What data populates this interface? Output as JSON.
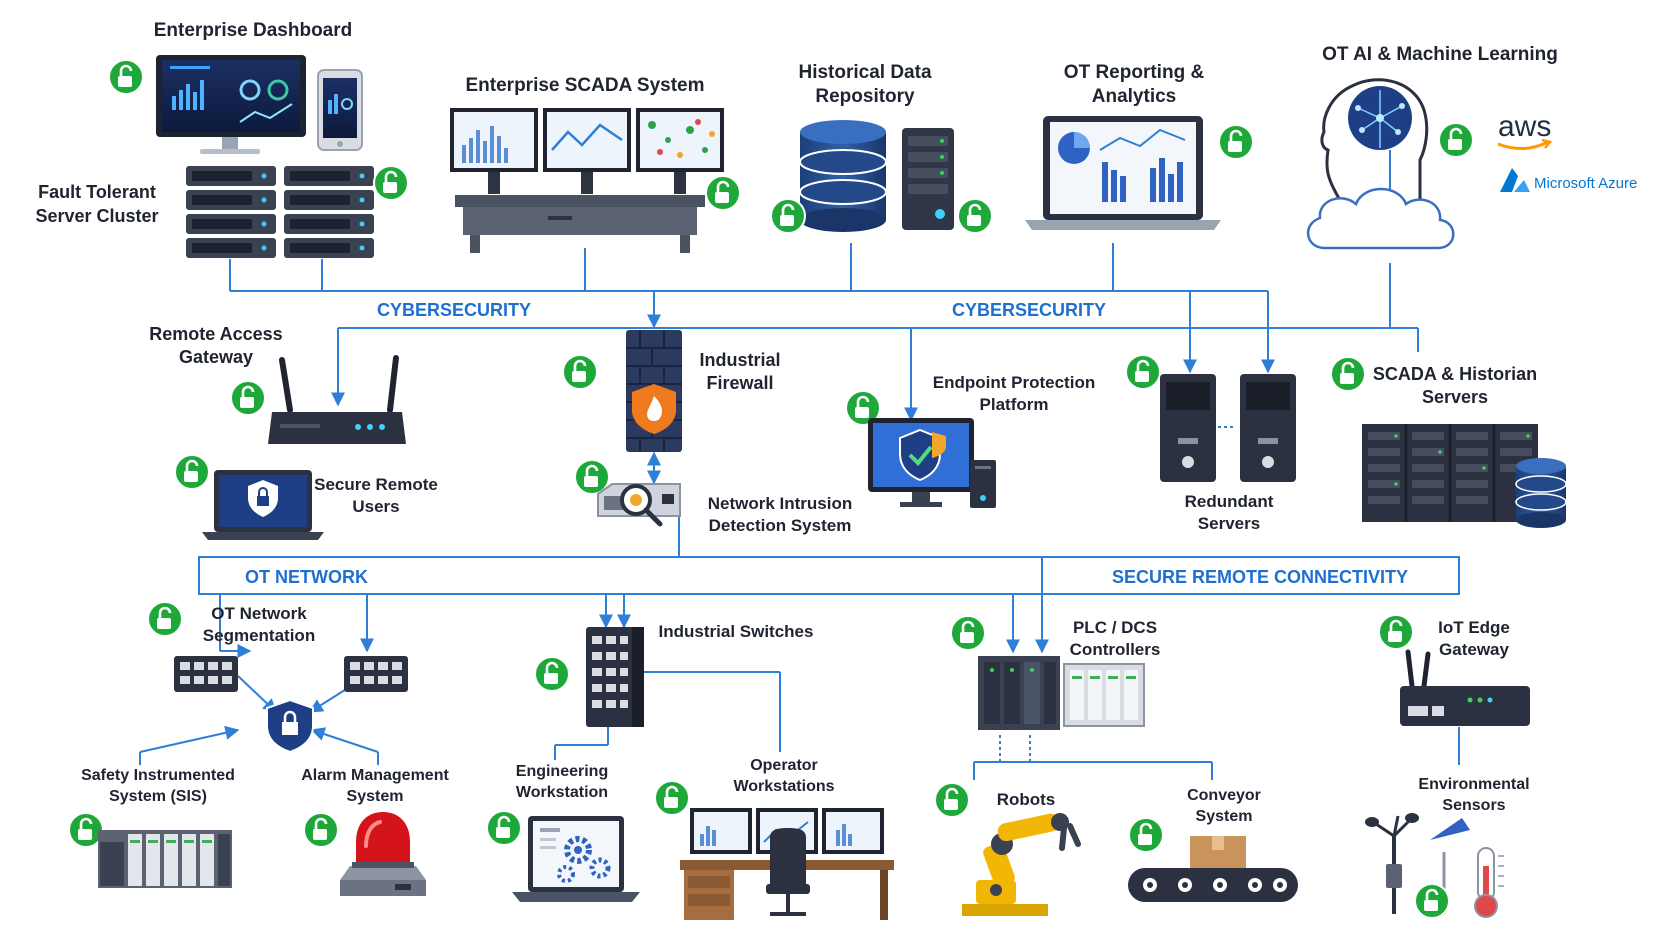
{
  "section_labels": {
    "cyber_left": "CYBERSECURITY",
    "cyber_right": "CYBERSECURITY",
    "ot_network": "OT NETWORK",
    "secure_remote": "SECURE REMOTE CONNECTIVITY"
  },
  "nodes": {
    "enterprise_dashboard": "Enterprise Dashboard",
    "fault_tolerant": [
      "Fault Tolerant",
      "Server Cluster"
    ],
    "enterprise_scada": "Enterprise SCADA System",
    "historical": [
      "Historical Data",
      "Repository"
    ],
    "ot_reporting": [
      "OT Reporting &",
      "Analytics"
    ],
    "ot_ai": "OT AI & Machine Learning",
    "remote_access": [
      "Remote Access",
      "Gateway"
    ],
    "secure_remote_users": [
      "Secure Remote",
      "Users"
    ],
    "industrial_firewall": [
      "Industrial",
      "Firewall"
    ],
    "nids": [
      "Network Intrusion",
      "Detection System"
    ],
    "endpoint": [
      "Endpoint Protection",
      "Platform"
    ],
    "redundant": [
      "Redundant",
      "Servers"
    ],
    "scada_historian": [
      "SCADA & Historian",
      "Servers"
    ],
    "ot_segmentation": [
      "OT Network",
      "Segmentation"
    ],
    "sis": [
      "Safety Instrumented",
      "System (SIS)"
    ],
    "alarm": [
      "Alarm Management",
      "System"
    ],
    "industrial_switches": "Industrial Switches",
    "engineering": [
      "Engineering",
      "Workstation"
    ],
    "operator": [
      "Operator",
      "Workstations"
    ],
    "plc": [
      "PLC / DCS",
      "Controllers"
    ],
    "robots": "Robots",
    "conveyor": [
      "Conveyor",
      "System"
    ],
    "iot_edge": [
      "IoT Edge",
      "Gateway"
    ],
    "environmental": [
      "Environmental",
      "Sensors"
    ]
  },
  "logos": {
    "aws": "aws",
    "azure": "Microsoft Azure"
  },
  "icons": [
    "unlock-badge-icon",
    "monitor-dashboard-icon",
    "phone-icon",
    "server-rack-icon",
    "scada-monitors-icon",
    "database-icon",
    "laptop-analytics-icon",
    "ai-head-icon",
    "cloud-icon",
    "router-icon",
    "laptop-lock-icon",
    "firewall-icon",
    "ids-appliance-icon",
    "endpoint-pc-icon",
    "tower-server-icon",
    "server-farm-icon",
    "network-switch-icon",
    "shield-lock-icon",
    "plc-rack-icon",
    "alarm-beacon-icon",
    "laptop-gears-icon",
    "operator-desk-icon",
    "robot-arm-icon",
    "conveyor-icon",
    "iot-gateway-icon",
    "weather-sensor-icon",
    "thermometer-icon"
  ],
  "colors": {
    "connector": "#2f7fd6",
    "section_text": "#1f6fd1",
    "badge": "#1ea83a",
    "label_text": "#1f2430",
    "device_dark": "#2b3342"
  }
}
